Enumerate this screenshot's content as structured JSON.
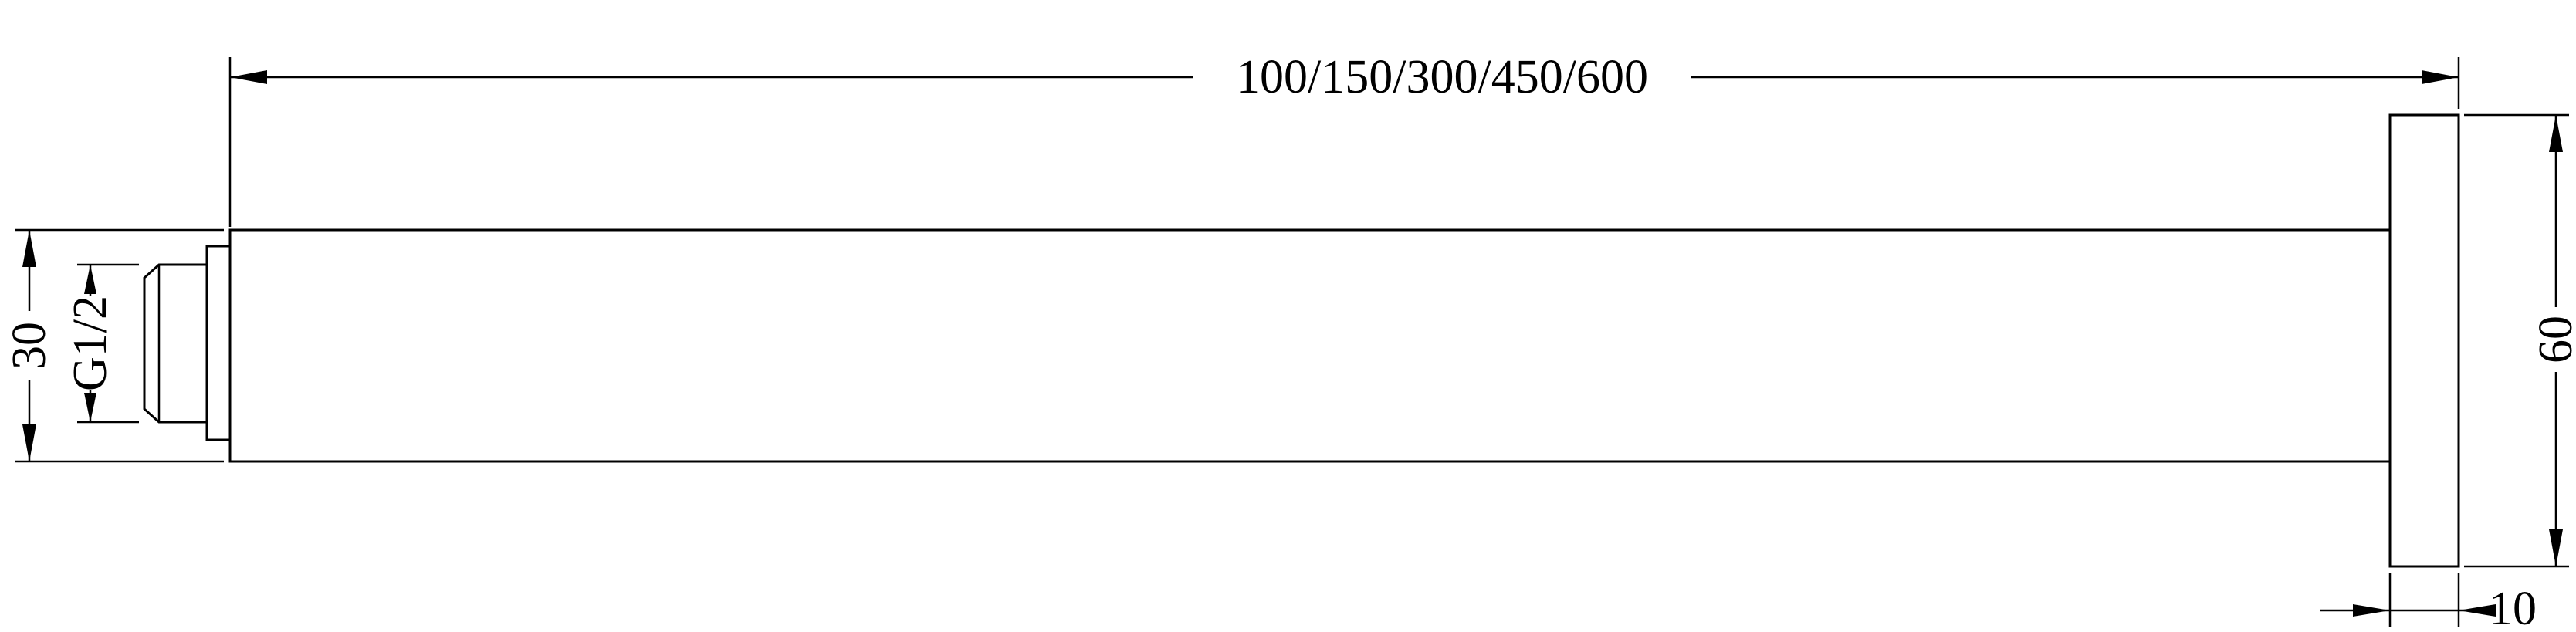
{
  "drawing": {
    "type": "technical-dimension-drawing",
    "labels": {
      "length_options": "100/150/300/450/600",
      "body_height": "30",
      "thread_spec": "G1/2",
      "flange_diameter": "60",
      "flange_thickness": "10"
    },
    "colors": {
      "line": "#000000",
      "background": "#ffffff"
    }
  }
}
